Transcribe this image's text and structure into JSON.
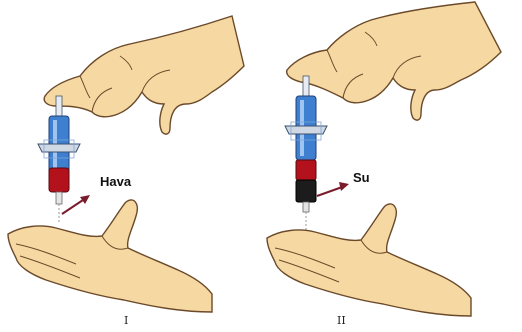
{
  "panels": [
    {
      "label": "Hava",
      "numeral": "I",
      "syringe_contents": "air",
      "colors": {
        "plug": "#b3121c",
        "barrel": "#3f7fd0",
        "fill": "#b3121c"
      }
    },
    {
      "label": "Su",
      "numeral": "II",
      "syringe_contents": "water",
      "colors": {
        "plug": "#b3121c",
        "barrel": "#3f7fd0",
        "fill": "#1c1c1c"
      }
    }
  ],
  "colors": {
    "skin": "#f5d8a2",
    "skin_outline": "#6b4a2a",
    "needle": "#7a1c2c"
  },
  "icons": {
    "upper_hand": "hand-pinching-icon",
    "lower_hand": "open-hand-icon",
    "syringe": "syringe-icon",
    "arrow": "arrow-icon"
  }
}
